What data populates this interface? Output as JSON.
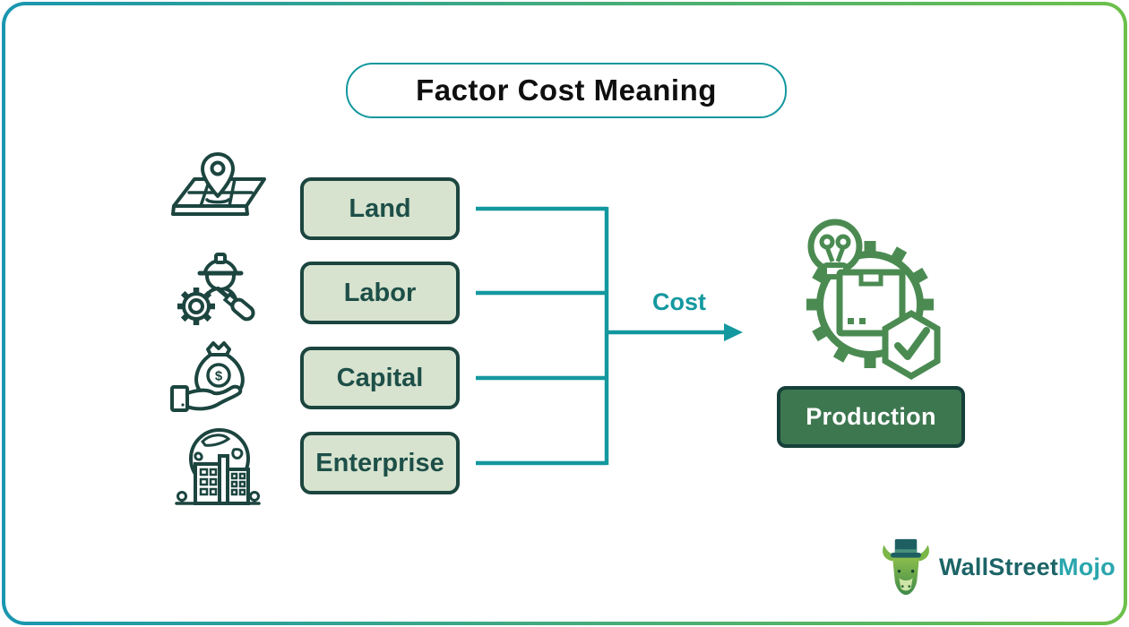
{
  "page": {
    "title": "Factor Cost Meaning"
  },
  "factors": [
    {
      "label": "Land",
      "icon": "map-location-icon"
    },
    {
      "label": "Labor",
      "icon": "construction-worker-icon"
    },
    {
      "label": "Capital",
      "icon": "money-bag-hand-icon"
    },
    {
      "label": "Enterprise",
      "icon": "globe-buildings-icon"
    }
  ],
  "flow": {
    "arrow_label": "Cost",
    "result_label": "Production",
    "result_icon": "production-gear-icon"
  },
  "logo": {
    "brand_part1": "WallStreet",
    "brand_part2": "Mojo",
    "icon": "bull-mascot-icon"
  },
  "colors": {
    "border_gradient_start": "#1a96b0",
    "border_gradient_end": "#6cc04a",
    "accent_teal": "#14989f",
    "icon_dark_teal": "#1c453f",
    "factor_box_fill": "#d7e3cf",
    "factor_box_border": "#1c453f",
    "factor_text": "#1d4f48",
    "production_fill": "#3d7750",
    "production_border": "#16403a",
    "production_icon_green": "#4b8b52",
    "title_text": "#0f0f0f",
    "logo_dark": "#1c6467",
    "logo_teal": "#2aa6ad"
  }
}
